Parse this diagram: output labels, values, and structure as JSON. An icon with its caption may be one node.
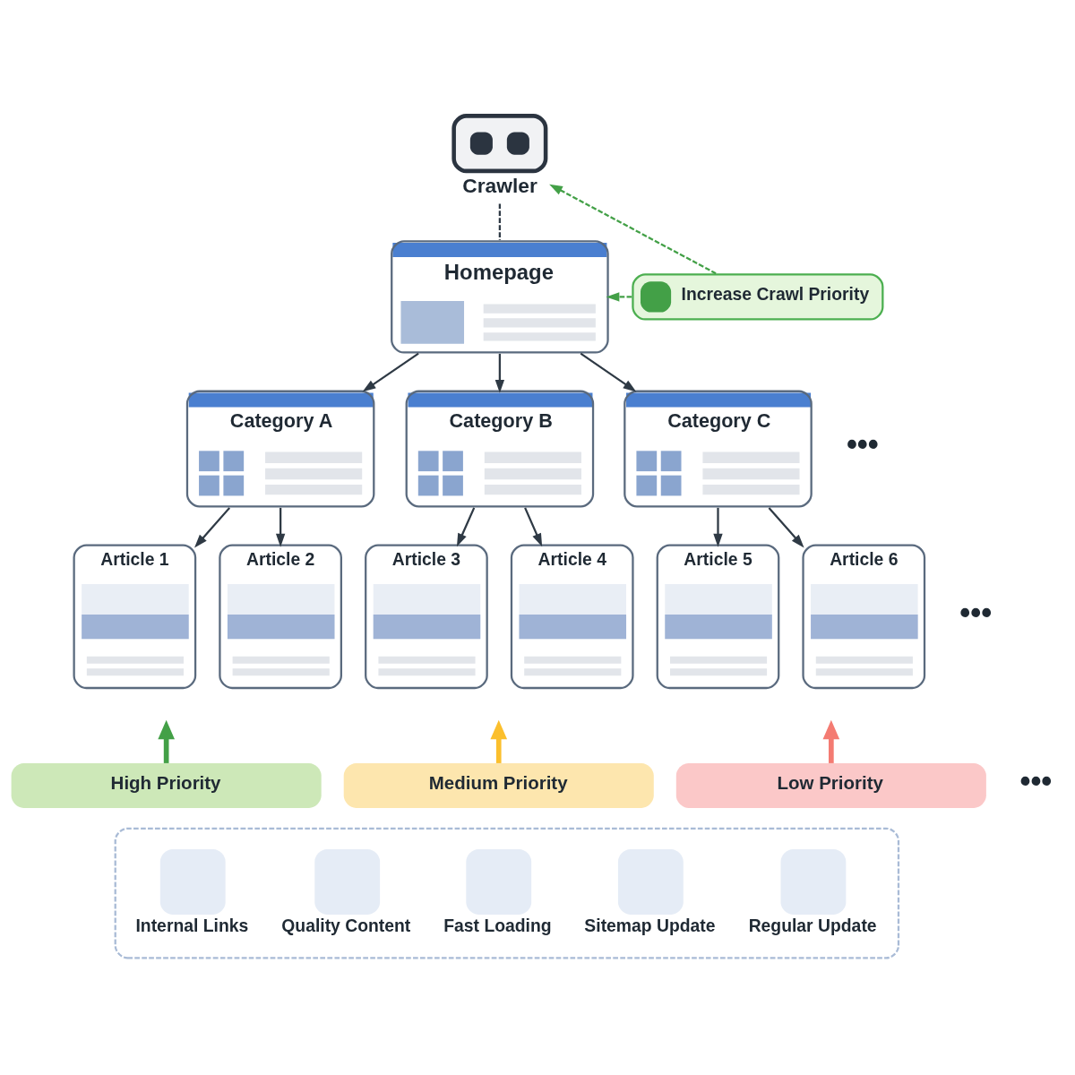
{
  "diagram": {
    "nodes": [
      {
        "text": [
          "Crawler"
        ]
      },
      {
        "text": [
          "Homepage"
        ]
      },
      {
        "text": [
          "Increase Crawl Priority"
        ]
      },
      {
        "text": [
          "Category A"
        ]
      },
      {
        "text": [
          "Category B"
        ]
      },
      {
        "text": [
          "Category C"
        ]
      },
      {
        "text": [
          "Article 1"
        ]
      },
      {
        "text": [
          "Article 2"
        ]
      },
      {
        "text": [
          "Article 3"
        ]
      },
      {
        "text": [
          "Article 4"
        ]
      },
      {
        "text": [
          "Article 5"
        ]
      },
      {
        "text": [
          "Article 6"
        ]
      },
      {
        "text": [
          "High Priority"
        ]
      },
      {
        "text": [
          "Medium Priority"
        ]
      },
      {
        "text": [
          "Low Priority"
        ]
      },
      {
        "text": [],
        "shape": "box"
      },
      {
        "text": [
          "Internal Links"
        ],
        "in": 15
      },
      {
        "text": [
          "Quality Content"
        ],
        "in": 15
      },
      {
        "text": [
          "Fast Loading"
        ],
        "in": 15
      },
      {
        "text": [
          "Sitemap Update"
        ],
        "in": 15
      },
      {
        "text": [
          "Regular Update"
        ],
        "in": 15
      }
    ],
    "edges": [
      {
        "from": 0,
        "to": 1,
        "arrow": "none",
        "style": "dashed"
      },
      {
        "from": 2,
        "to": 0,
        "arrow": "to",
        "style": "dashed",
        "color": "#43a047"
      },
      {
        "from": 2,
        "to": 1,
        "arrow": "to",
        "style": "dashed",
        "color": "#43a047"
      },
      {
        "from": 1,
        "to": 3,
        "arrow": "to"
      },
      {
        "from": 1,
        "to": 4,
        "arrow": "to"
      },
      {
        "from": 1,
        "to": 5,
        "arrow": "to"
      },
      {
        "from": 3,
        "to": 6,
        "arrow": "to"
      },
      {
        "from": 3,
        "to": 7,
        "arrow": "to"
      },
      {
        "from": 4,
        "to": 8,
        "arrow": "to"
      },
      {
        "from": 4,
        "to": 9,
        "arrow": "to"
      },
      {
        "from": 5,
        "to": 10,
        "arrow": "to"
      },
      {
        "from": 5,
        "to": 11,
        "arrow": "to"
      },
      {
        "from": 12,
        "to": null,
        "arrow": "to",
        "style": "thick",
        "color": "#43a047"
      },
      {
        "from": 13,
        "to": null,
        "arrow": "to",
        "style": "thick",
        "color": "#fbbf2d"
      },
      {
        "from": 14,
        "to": null,
        "arrow": "to",
        "style": "thick",
        "color": "#f47b72"
      }
    ],
    "labels": [
      "•••",
      "•••",
      "•••"
    ]
  }
}
